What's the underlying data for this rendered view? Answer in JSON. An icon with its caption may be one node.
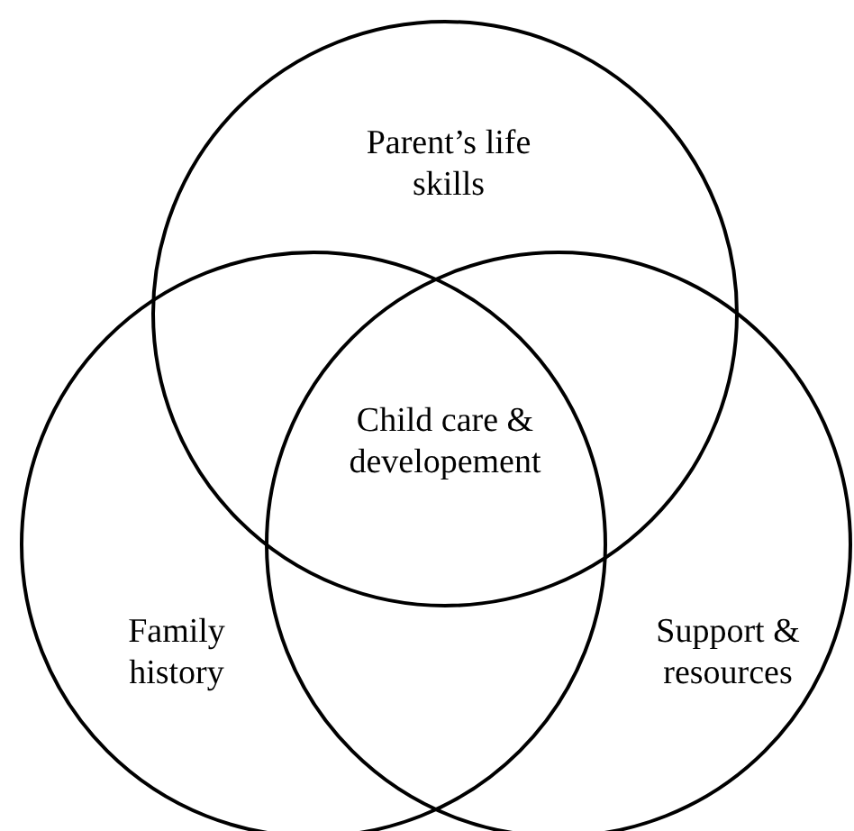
{
  "diagram": {
    "nodes": [
      {
        "text": [
          "Parent’s life skills"
        ]
      },
      {
        "text": [
          "Family history"
        ]
      },
      {
        "text": [
          "Support & resources"
        ]
      }
    ],
    "labels": [
      "Child care & developement"
    ]
  }
}
